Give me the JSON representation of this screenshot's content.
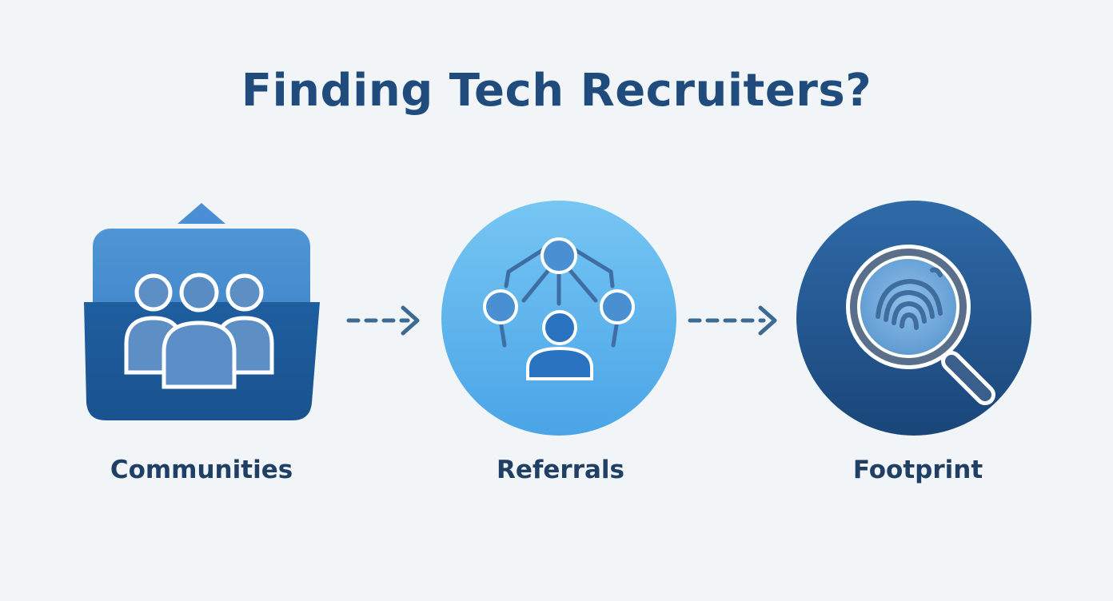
{
  "title": "Finding Tech Recruiters?",
  "steps": [
    {
      "label": "Communities",
      "icon": "community-folder-icon"
    },
    {
      "label": "Referrals",
      "icon": "referral-network-icon"
    },
    {
      "label": "Footprint",
      "icon": "fingerprint-magnifier-icon"
    }
  ],
  "connectors": [
    "dashed-arrow-icon",
    "dashed-arrow-icon"
  ],
  "colors": {
    "background": "#f2f5f8",
    "title": "#1f4c7d",
    "label": "#1f3f64",
    "arrow": "#3c6a94",
    "communities_light": "#4a8fd0",
    "communities_dark": "#1e5a9c",
    "referrals": "#5cb3ec",
    "footprint": "#245890"
  }
}
